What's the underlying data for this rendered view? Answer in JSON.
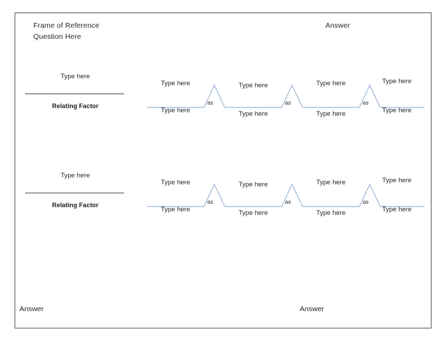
{
  "slide": {
    "header": {
      "frame_of_reference": "Frame of Reference",
      "question_here": "Question Here",
      "answer_top_right": "Answer"
    },
    "footer": {
      "answer_bottom_left": "Answer",
      "answer_bottom_center": "Answer"
    },
    "colors": {
      "polyline": "#9fb8d4",
      "rule": "#4d4d4d",
      "border": "#595959",
      "text": "#262626"
    },
    "rows": [
      {
        "id": "row-1",
        "relating_factor": {
          "top_label": "Type here",
          "bottom_label": "Relating Factor"
        },
        "segments": [
          {
            "upper": "Type here",
            "lower": "Type here"
          },
          {
            "upper": "Type here",
            "lower": "Type here"
          },
          {
            "upper": "Type here",
            "lower": "Type here"
          },
          {
            "upper": "Type here",
            "lower": "Type here"
          }
        ],
        "connectors": [
          "as",
          "as",
          "as"
        ]
      },
      {
        "id": "row-2",
        "relating_factor": {
          "top_label": "Type here",
          "bottom_label": "Relating Factor"
        },
        "segments": [
          {
            "upper": "Type here",
            "lower": "Type here"
          },
          {
            "upper": "Type here",
            "lower": "Type here"
          },
          {
            "upper": "Type here",
            "lower": "Type here"
          },
          {
            "upper": "Type here",
            "lower": "Type here"
          }
        ],
        "connectors": [
          "as",
          "as",
          "as"
        ]
      }
    ]
  }
}
